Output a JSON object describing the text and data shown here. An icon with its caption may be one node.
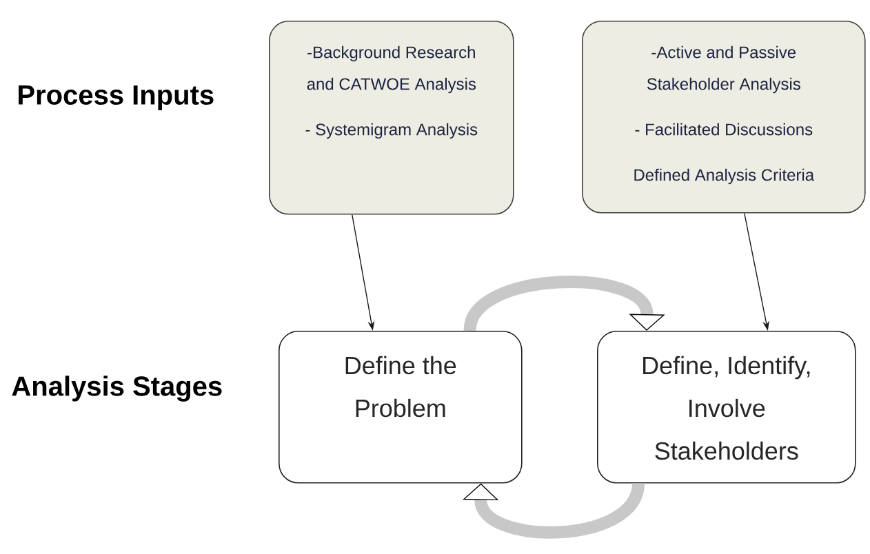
{
  "diagram": {
    "nodes": [
      {
        "text": [
          "-Background Research and CATWOE Analysis",
          "- Systemigram Analysis"
        ]
      },
      {
        "text": [
          "-Active and Passive Stakeholder Analysis",
          "- Facilitated Discussions",
          "Defined Analysis Criteria"
        ]
      },
      {
        "text": [
          "Define the Problem"
        ]
      },
      {
        "text": [
          "Define, Identify, Involve Stakeholders"
        ]
      }
    ],
    "edges": [
      {
        "from": 0,
        "to": 2,
        "arrow": "to"
      },
      {
        "from": 1,
        "to": 3,
        "arrow": "to"
      },
      {
        "from": 2,
        "to": 3,
        "arrow": "to",
        "style": "thick",
        "color": "#c8c8c8"
      },
      {
        "from": 3,
        "to": 2,
        "arrow": "to",
        "style": "thick",
        "color": "#c8c8c8"
      }
    ],
    "labels": [
      "Process Inputs",
      "Analysis Stages"
    ]
  }
}
